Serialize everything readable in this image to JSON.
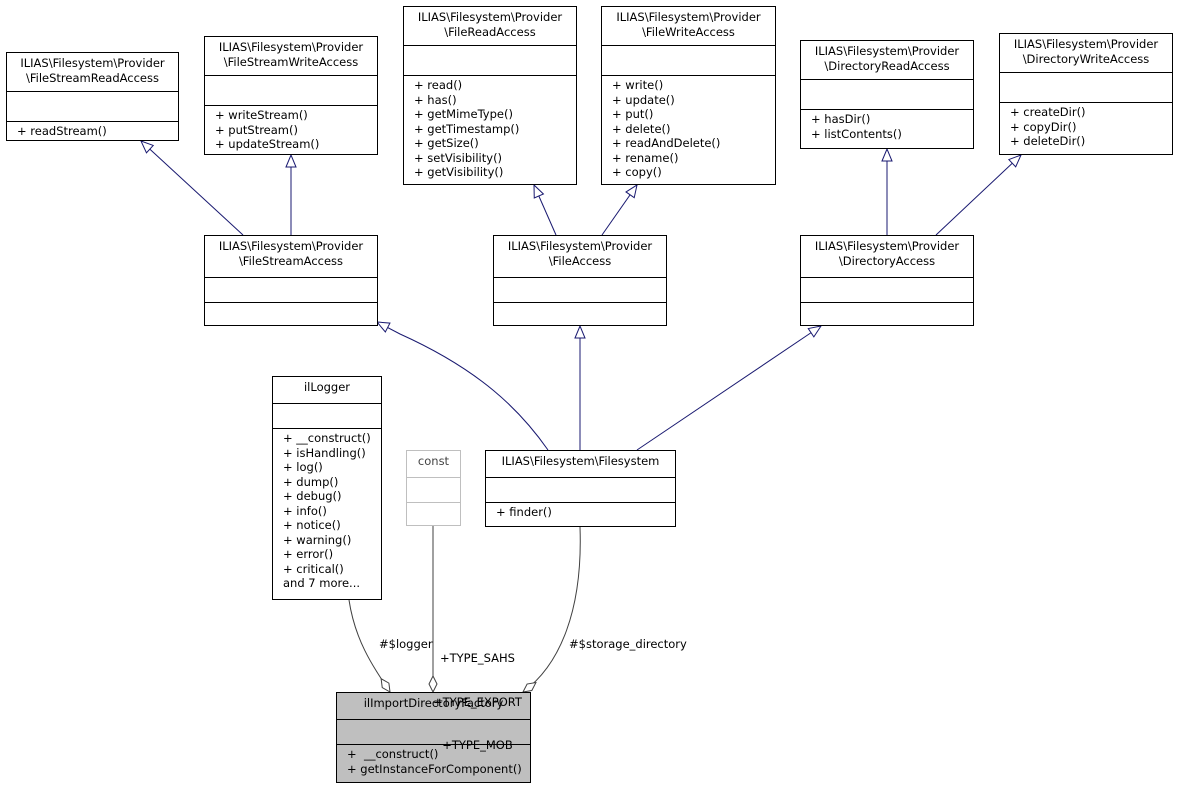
{
  "nodes": {
    "FileStreamReadAccess": {
      "title": [
        "ILIAS\\Filesystem\\Provider",
        "\\FileStreamReadAccess"
      ],
      "attributes": [],
      "methods": [
        "+ readStream()"
      ]
    },
    "FileStreamWriteAccess": {
      "title": [
        "ILIAS\\Filesystem\\Provider",
        "\\FileStreamWriteAccess"
      ],
      "attributes": [],
      "methods": [
        "+ writeStream()",
        "+ putStream()",
        "+ updateStream()"
      ]
    },
    "FileReadAccess": {
      "title": [
        "ILIAS\\Filesystem\\Provider",
        "\\FileReadAccess"
      ],
      "attributes": [],
      "methods": [
        "+ read()",
        "+ has()",
        "+ getMimeType()",
        "+ getTimestamp()",
        "+ getSize()",
        "+ setVisibility()",
        "+ getVisibility()"
      ]
    },
    "FileWriteAccess": {
      "title": [
        "ILIAS\\Filesystem\\Provider",
        "\\FileWriteAccess"
      ],
      "attributes": [],
      "methods": [
        "+ write()",
        "+ update()",
        "+ put()",
        "+ delete()",
        "+ readAndDelete()",
        "+ rename()",
        "+ copy()"
      ]
    },
    "DirectoryReadAccess": {
      "title": [
        "ILIAS\\Filesystem\\Provider",
        "\\DirectoryReadAccess"
      ],
      "attributes": [],
      "methods": [
        "+ hasDir()",
        "+ listContents()"
      ]
    },
    "DirectoryWriteAccess": {
      "title": [
        "ILIAS\\Filesystem\\Provider",
        "\\DirectoryWriteAccess"
      ],
      "attributes": [],
      "methods": [
        "+ createDir()",
        "+ copyDir()",
        "+ deleteDir()"
      ]
    },
    "FileStreamAccess": {
      "title": [
        "ILIAS\\Filesystem\\Provider",
        "\\FileStreamAccess"
      ],
      "attributes": [],
      "methods": []
    },
    "FileAccess": {
      "title": [
        "ILIAS\\Filesystem\\Provider",
        "\\FileAccess"
      ],
      "attributes": [],
      "methods": []
    },
    "DirectoryAccess": {
      "title": [
        "ILIAS\\Filesystem\\Provider",
        "\\DirectoryAccess"
      ],
      "attributes": [],
      "methods": []
    },
    "ilLogger": {
      "title": [
        "ilLogger"
      ],
      "attributes": [],
      "methods": [
        "+ __construct()",
        "+ isHandling()",
        "+ log()",
        "+ dump()",
        "+ debug()",
        "+ info()",
        "+ notice()",
        "+ warning()",
        "+ error()",
        "+ critical()",
        "and 7 more..."
      ]
    },
    "const": {
      "title": [
        "const"
      ],
      "attributes": [],
      "methods": []
    },
    "Filesystem": {
      "title": [
        "ILIAS\\Filesystem\\Filesystem"
      ],
      "attributes": [],
      "methods": [
        "+ finder()"
      ]
    },
    "ilImportDirectoryFactory": {
      "title": [
        "ilImportDirectoryFactory"
      ],
      "attributes": [],
      "methods": [
        "+  __construct()",
        "+ getInstanceForComponent()"
      ]
    }
  },
  "edge_labels": {
    "logger": "#$logger",
    "const_types": [
      "+TYPE_SAHS",
      "+TYPE_EXPORT",
      "+TYPE_MOB"
    ],
    "storage": "#$storage_directory"
  },
  "colors": {
    "inheritance_line": "#191970",
    "association_line": "#404040",
    "highlight_fill": "#bfbfbf",
    "stub_border": "#bfbfbf"
  }
}
